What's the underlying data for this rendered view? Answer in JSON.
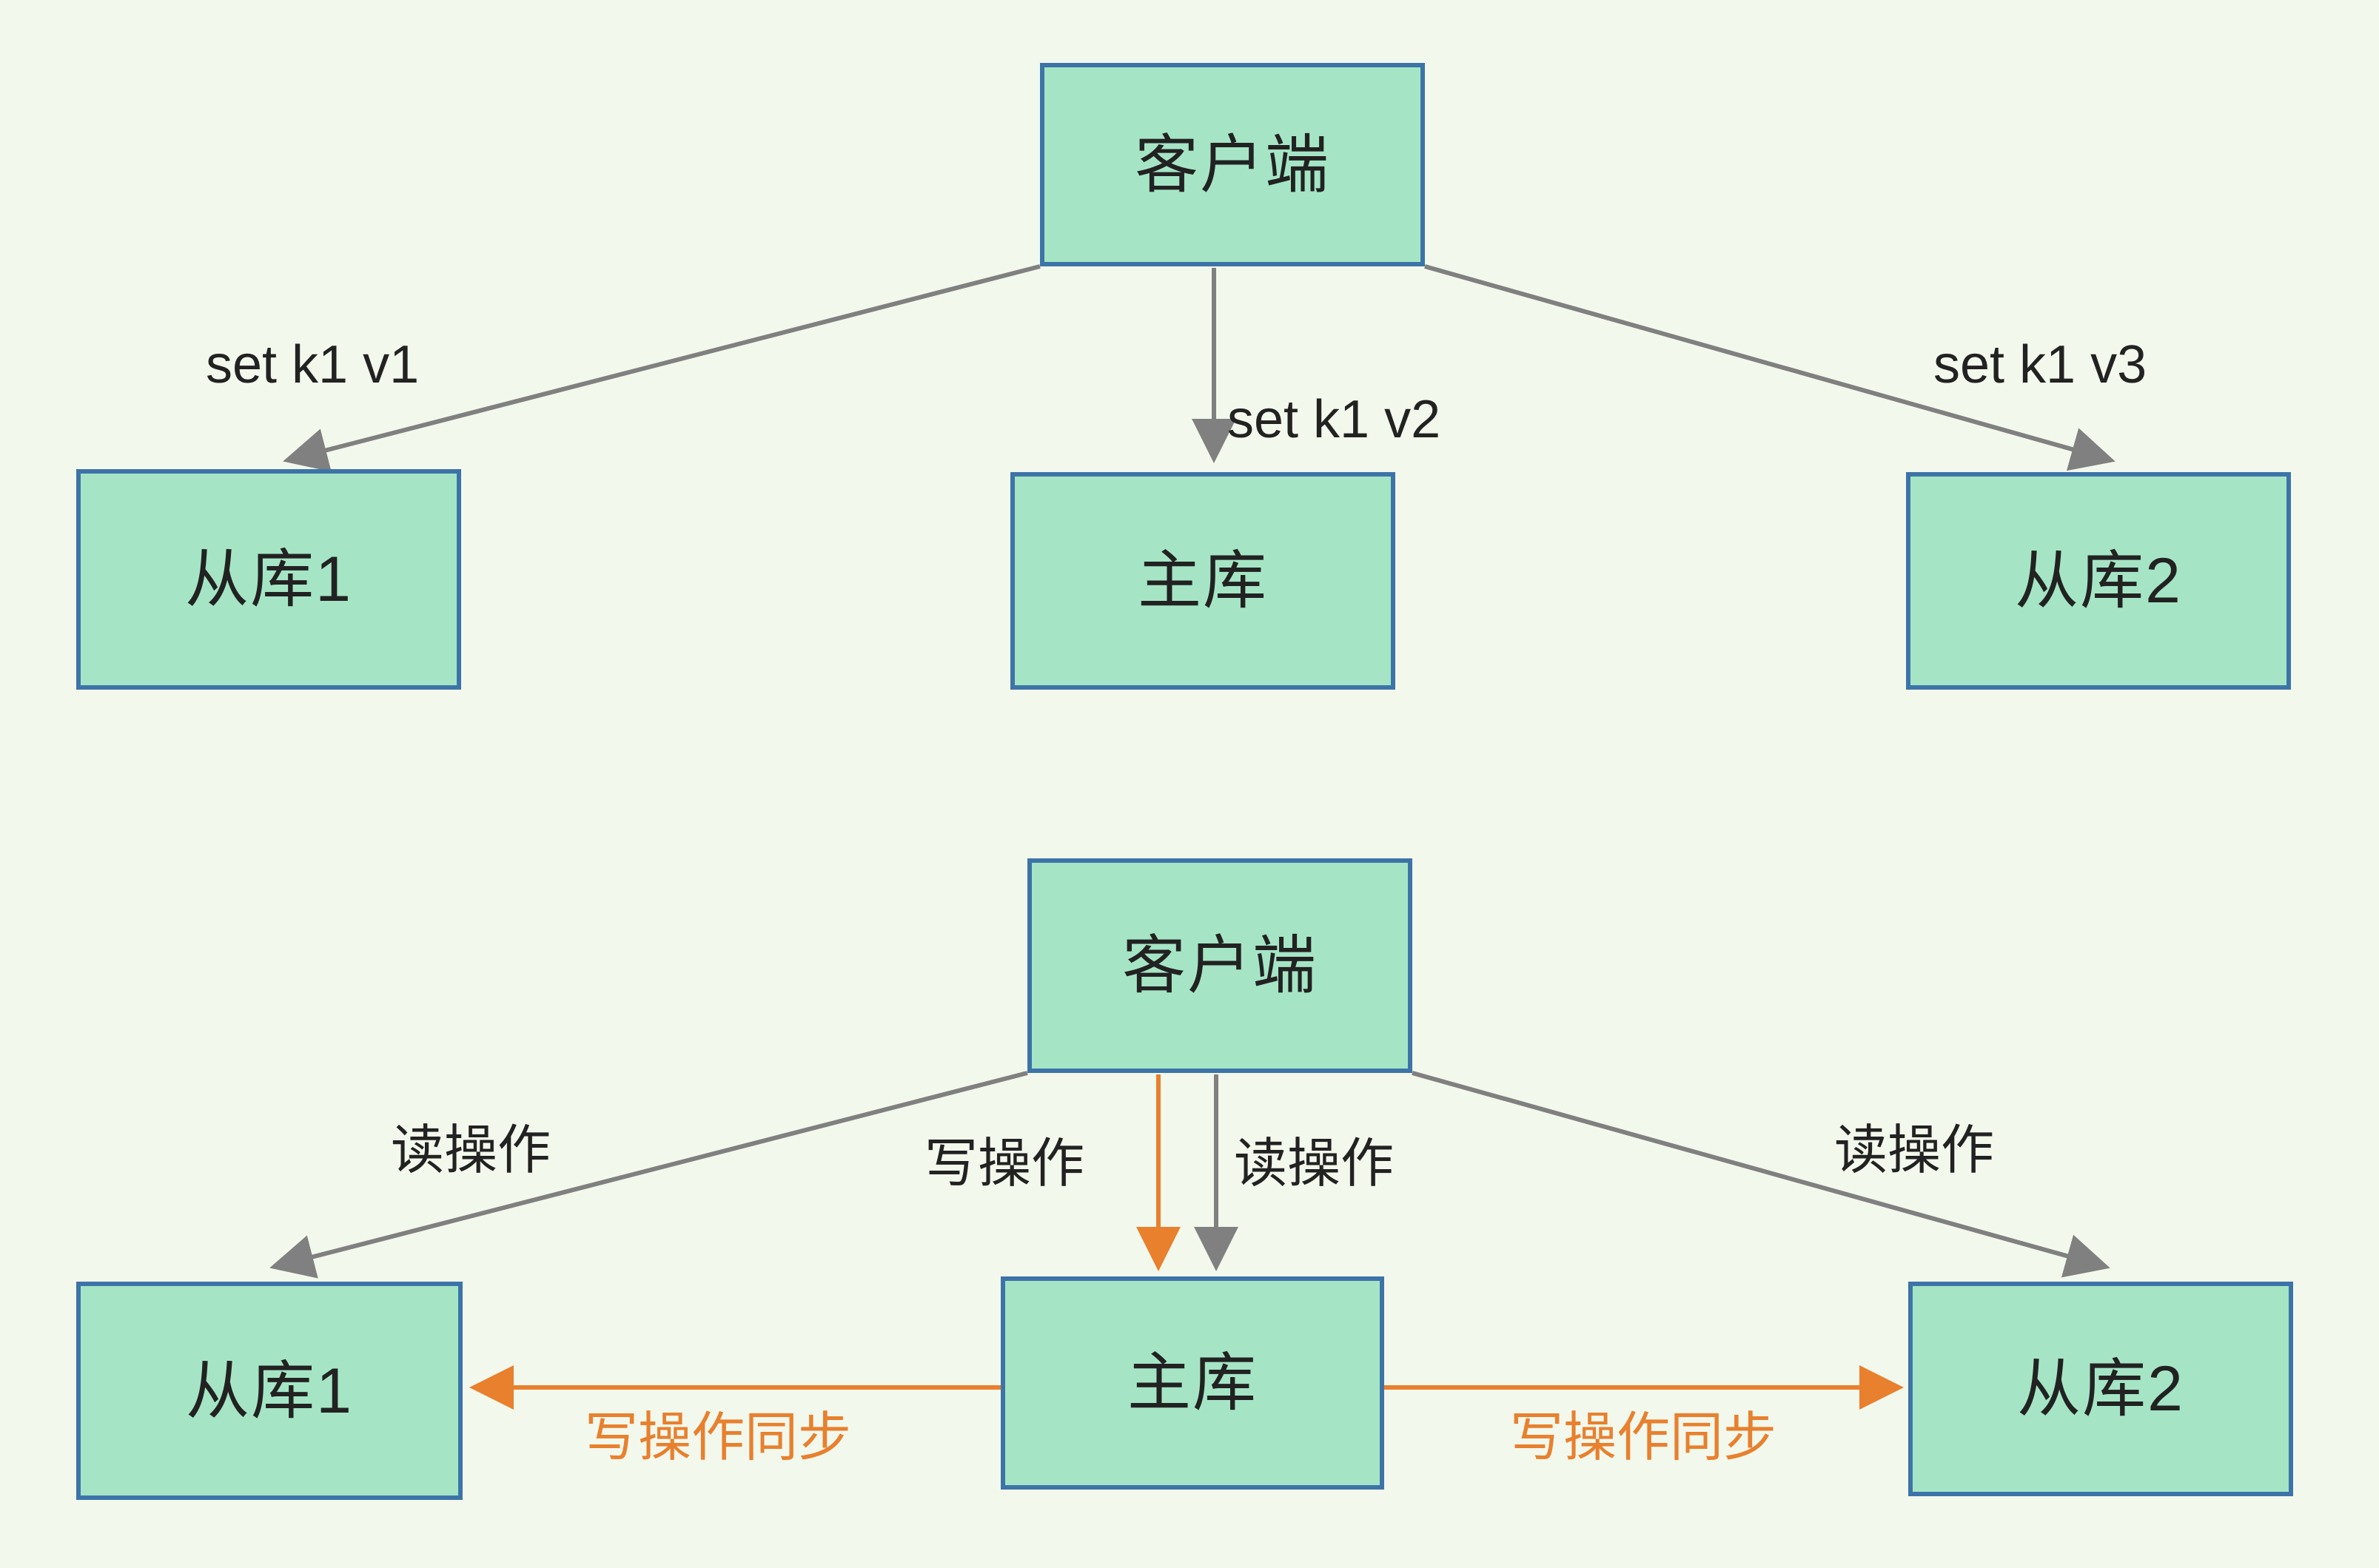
{
  "diagram": {
    "title": "Redis master-slave replication read/write split diagram",
    "background_color": "#f3f8ec",
    "node_fill": "#a5e5c5",
    "node_border": "#3d74a8",
    "arrow_color_default": "#808080",
    "arrow_color_sync": "#e8802e",
    "text_color": "#222222"
  },
  "top_section": {
    "client": {
      "label": "客户端"
    },
    "nodes": [
      {
        "id": "slave1",
        "label": "从库1"
      },
      {
        "id": "master",
        "label": "主库"
      },
      {
        "id": "slave2",
        "label": "从库2"
      }
    ],
    "edges": [
      {
        "from": "client",
        "to": "slave1",
        "label": "set k1 v1",
        "color": "#808080"
      },
      {
        "from": "client",
        "to": "master",
        "label": "set k1 v2",
        "color": "#808080"
      },
      {
        "from": "client",
        "to": "slave2",
        "label": "set k1 v3",
        "color": "#808080"
      }
    ]
  },
  "bottom_section": {
    "client": {
      "label": "客户端"
    },
    "nodes": [
      {
        "id": "slave1",
        "label": "从库1"
      },
      {
        "id": "master",
        "label": "主库"
      },
      {
        "id": "slave2",
        "label": "从库2"
      }
    ],
    "edges": [
      {
        "from": "client",
        "to": "slave1",
        "label": "读操作",
        "color": "#808080"
      },
      {
        "from": "client",
        "to": "master",
        "label": "写操作",
        "color": "#e8802e"
      },
      {
        "from": "client",
        "to": "master",
        "label": "读操作",
        "color": "#808080"
      },
      {
        "from": "client",
        "to": "slave2",
        "label": "读操作",
        "color": "#808080"
      },
      {
        "from": "master",
        "to": "slave1",
        "label": "写操作同步",
        "color": "#e8802e"
      },
      {
        "from": "master",
        "to": "slave2",
        "label": "写操作同步",
        "color": "#e8802e"
      }
    ]
  }
}
